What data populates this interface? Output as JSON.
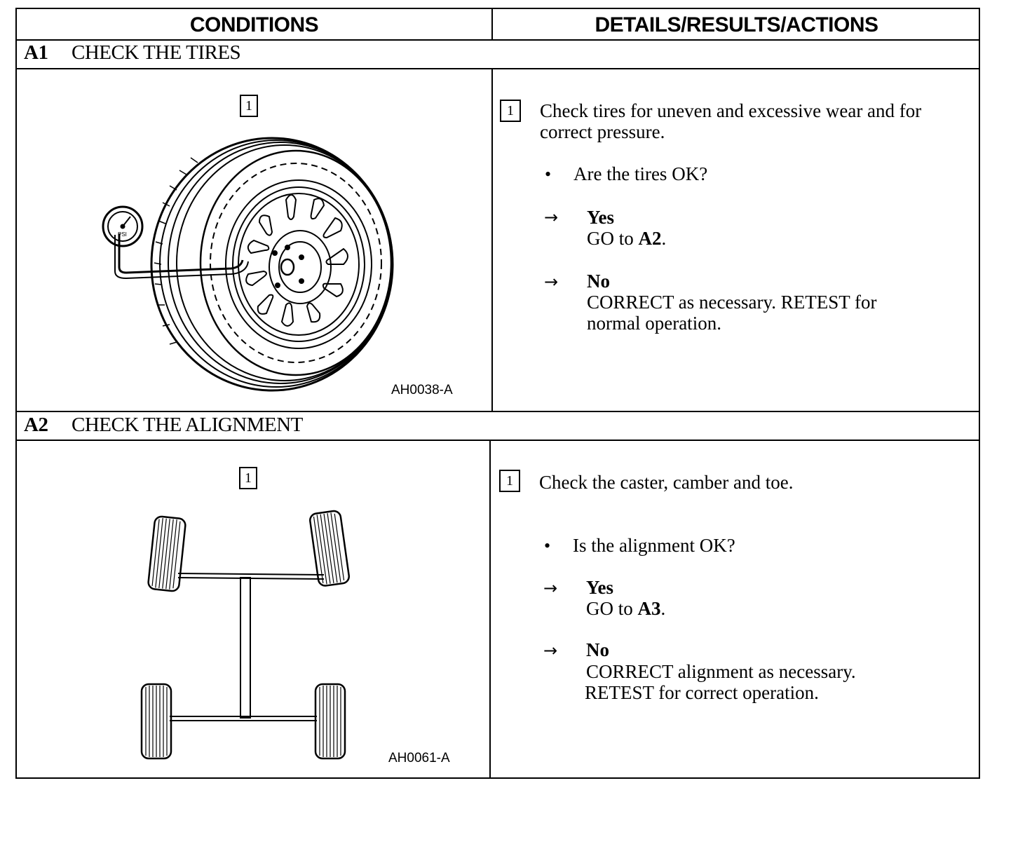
{
  "header": {
    "conditions": "CONDITIONS",
    "details": "DETAILS/RESULTS/ACTIONS"
  },
  "sections": [
    {
      "id": "A1",
      "title": "CHECK THE TIRES",
      "figure_step": "1",
      "figure_id": "AH0038-A",
      "step": "1",
      "instruction_line1": "Check tires for uneven and excessive wear and for",
      "instruction_line2": "correct pressure.",
      "bullet": "•",
      "question": "Are the tires OK?",
      "arrow": "→",
      "yes_label": "Yes",
      "yes_action_prefix": "GO to ",
      "yes_action_target": "A2",
      "yes_action_suffix": ".",
      "no_label": "No",
      "no_action_line1": "CORRECT as necessary. RETEST for",
      "no_action_line2": "normal operation.",
      "gauge_label": "PSI"
    },
    {
      "id": "A2",
      "title": "CHECK THE ALIGNMENT",
      "figure_step": "1",
      "figure_id": "AH0061-A",
      "step": "1",
      "instruction_line1": "Check the caster, camber and toe.",
      "bullet": "•",
      "question": "Is the alignment OK?",
      "arrow": "→",
      "yes_label": "Yes",
      "yes_action_prefix": "GO to ",
      "yes_action_target": "A3",
      "yes_action_suffix": ".",
      "no_label": "No",
      "no_action_line1": "CORRECT alignment as necessary.",
      "no_action_line2": "RETEST for correct  operation."
    }
  ]
}
